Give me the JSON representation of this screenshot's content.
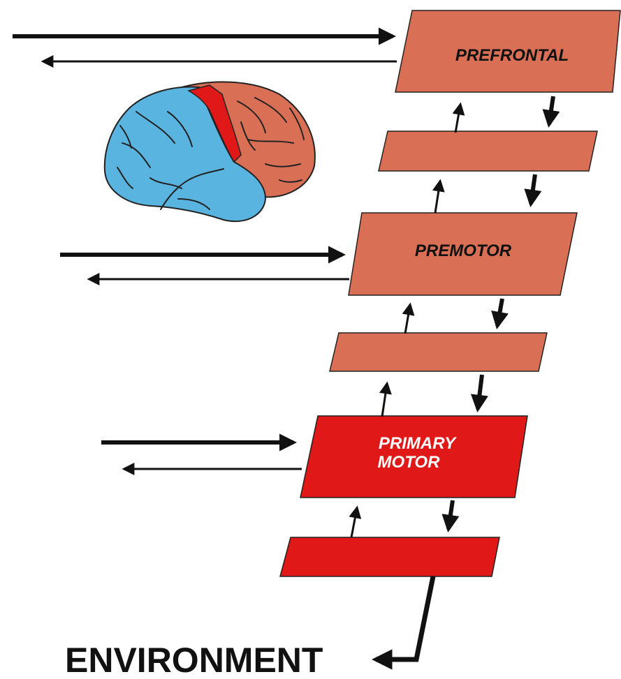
{
  "labels": {
    "prefrontal": "PREFRONTAL",
    "premotor": "PREMOTOR",
    "primary_motor_line1": "PRIMARY",
    "primary_motor_line2": "MOTOR",
    "environment": "ENVIRONMENT"
  },
  "colors": {
    "frontal_box": "#d96f55",
    "primary_box": "#e01818",
    "brain_posterior": "#5ab4e0",
    "brain_frontal": "#d96f55",
    "brain_motor_strip": "#e01818",
    "arrow": "#111111",
    "dark_label": "#111111",
    "light_label": "#ffffff"
  },
  "icons": {
    "brain": "brain-lateral-view-icon"
  }
}
